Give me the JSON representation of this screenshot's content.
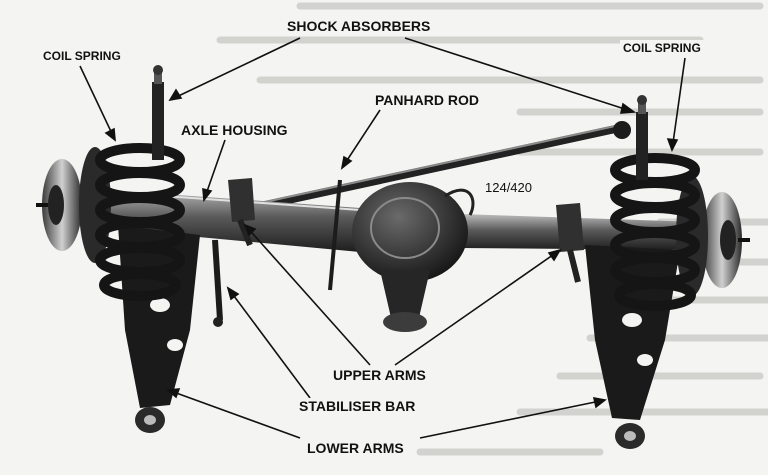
{
  "labels": {
    "shock_absorbers": "SHOCK ABSORBERS",
    "coil_spring_left": "COIL SPRING",
    "coil_spring_right": "COIL SPRING",
    "panhard_rod": "PANHARD ROD",
    "axle_housing": "AXLE HOUSING",
    "figure_code": "124/420",
    "upper_arms": "UPPER ARMS",
    "stabiliser_bar": "STABILISER BAR",
    "lower_arms": "LOWER ARMS"
  },
  "colors": {
    "ink": "#111111",
    "paper": "#f4f4f2",
    "metal_dark": "#1e1e1e",
    "metal_mid": "#5a5a5a",
    "metal_light": "#bdbdbd"
  }
}
